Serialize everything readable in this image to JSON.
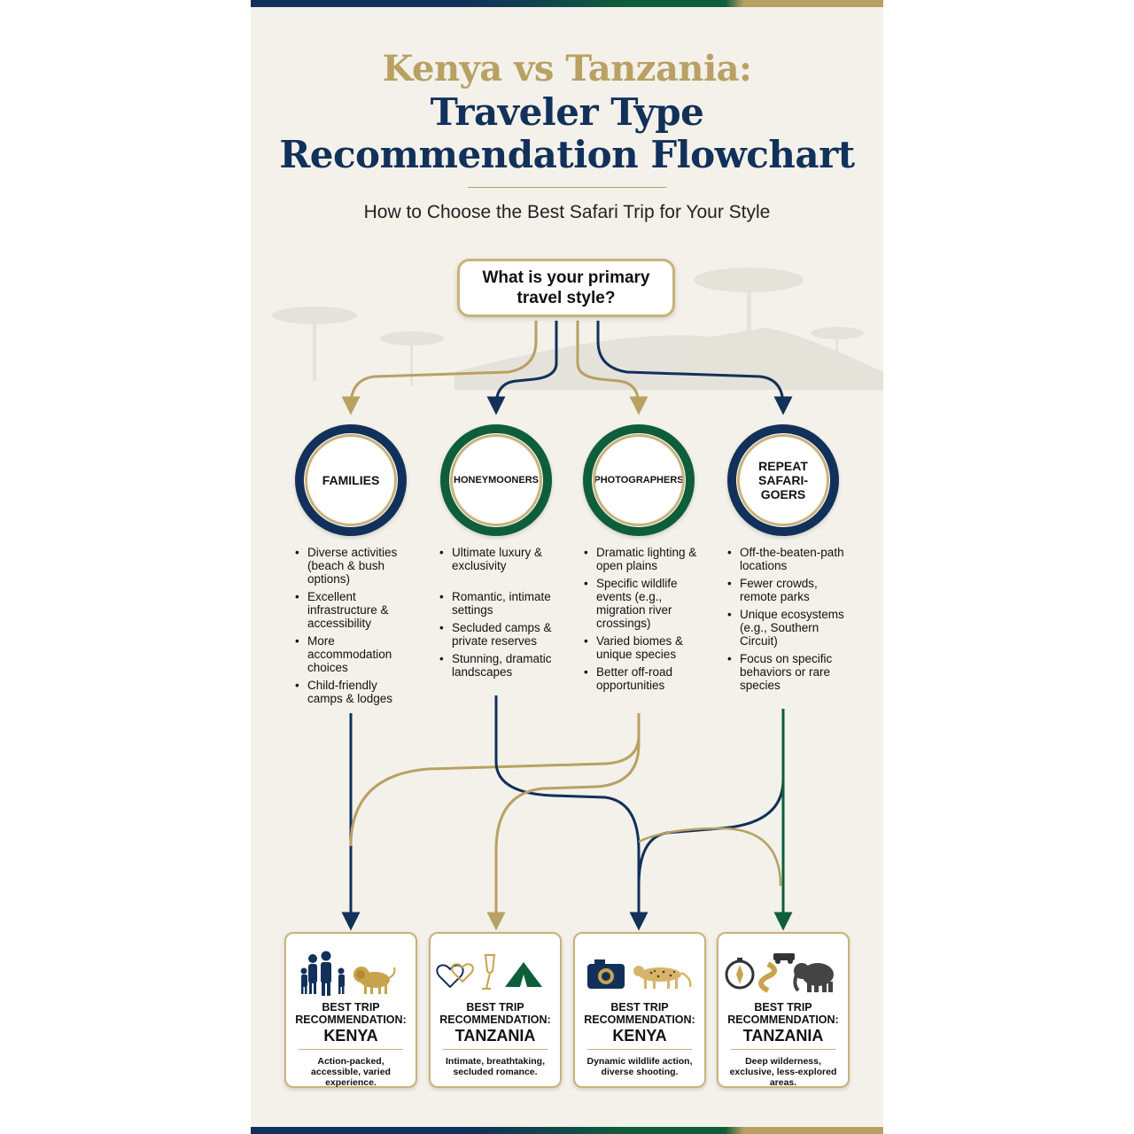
{
  "header": {
    "title_line1": "Kenya vs Tanzania:",
    "title_line2": "Traveler Type",
    "title_line3": "Recommendation Flowchart",
    "subtitle": "How to Choose the Best Safari Trip for Your Style"
  },
  "question": "What is your primary travel style?",
  "traveler_types": [
    {
      "label": "FAMILIES",
      "ring": "navy",
      "bullets": [
        "Diverse activities (beach & bush options)",
        "Excellent infrastructure & accessibility",
        "More accommodation choices",
        "Child-friendly camps & lodges"
      ]
    },
    {
      "label": "HONEYMOONERS",
      "ring": "green",
      "bullets": [
        "Ultimate luxury & exclusivity",
        "Romantic, intimate settings",
        "Secluded camps & private reserves",
        "Stunning, dramatic landscapes"
      ]
    },
    {
      "label": "PHOTOGRAPHERS",
      "ring": "green",
      "bullets": [
        "Dramatic lighting & open plains",
        "Specific wildlife events (e.g., migration river crossings)",
        "Varied biomes & unique species",
        "Better off-road opportunities"
      ]
    },
    {
      "label": "REPEAT SAFARI-GOERS",
      "ring": "navy",
      "bullets": [
        "Off-the-beaten-path locations",
        "Fewer crowds, remote parks",
        "Unique ecosystems (e.g., Southern Circuit)",
        "Focus on specific behaviors or rare species"
      ]
    }
  ],
  "recommendations": [
    {
      "label": "BEST TRIP RECOMMENDATION:",
      "country": "KENYA",
      "description": "Action-packed, accessible, varied experience.",
      "icons": [
        "family-icon",
        "lion-icon"
      ]
    },
    {
      "label": "BEST TRIP RECOMMENDATION:",
      "country": "TANZANIA",
      "description": "Intimate, breathtaking, secluded romance.",
      "icons": [
        "hearts-icon",
        "champagne-icon",
        "tent-icon"
      ]
    },
    {
      "label": "BEST TRIP RECOMMENDATION:",
      "country": "KENYA",
      "description": "Dynamic wildlife action, diverse shooting.",
      "icons": [
        "camera-icon",
        "cheetah-icon"
      ]
    },
    {
      "label": "BEST TRIP RECOMMENDATION:",
      "country": "TANZANIA",
      "description": "Deep wilderness, exclusive, less-explored areas.",
      "icons": [
        "compass-icon",
        "road-icon",
        "jeep-icon",
        "elephant-icon"
      ]
    }
  ],
  "colors": {
    "navy": "#12315a",
    "green": "#0f5e3a",
    "gold": "#b8a163",
    "background": "#f3f1ea"
  }
}
